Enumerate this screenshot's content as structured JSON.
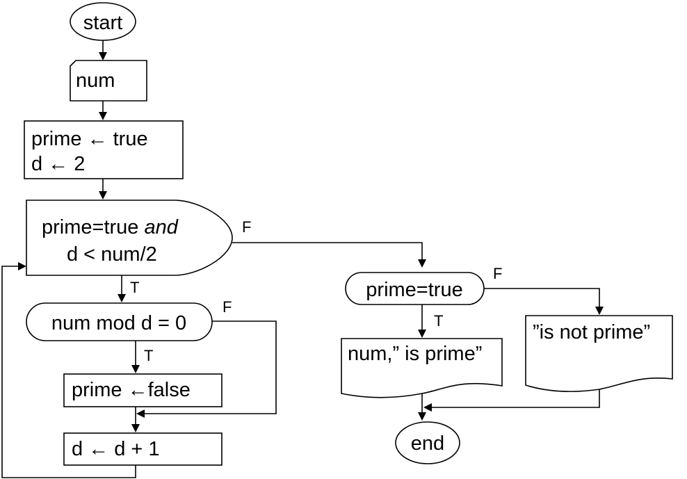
{
  "nodes": {
    "start": {
      "text": "start"
    },
    "input": {
      "text": "num"
    },
    "init": {
      "line1": "prime ← true",
      "line2": "d ← 2"
    },
    "loop": {
      "line1_pre": "prime=true ",
      "line1_em": "and",
      "line2": "d < num/2"
    },
    "mod_check": {
      "text": "num mod d = 0"
    },
    "set_false": {
      "text": "prime ←false"
    },
    "increment": {
      "text": "d ← d + 1"
    },
    "prime_check": {
      "text": "prime=true"
    },
    "out_prime": {
      "text": "num,” is prime”"
    },
    "out_not_prime": {
      "text": "”is not prime”"
    },
    "end": {
      "text": "end"
    }
  },
  "edge_labels": {
    "loop_false": "F",
    "loop_true": "T",
    "mod_false": "F",
    "mod_true": "T",
    "prime_false": "F",
    "prime_true": "T"
  }
}
